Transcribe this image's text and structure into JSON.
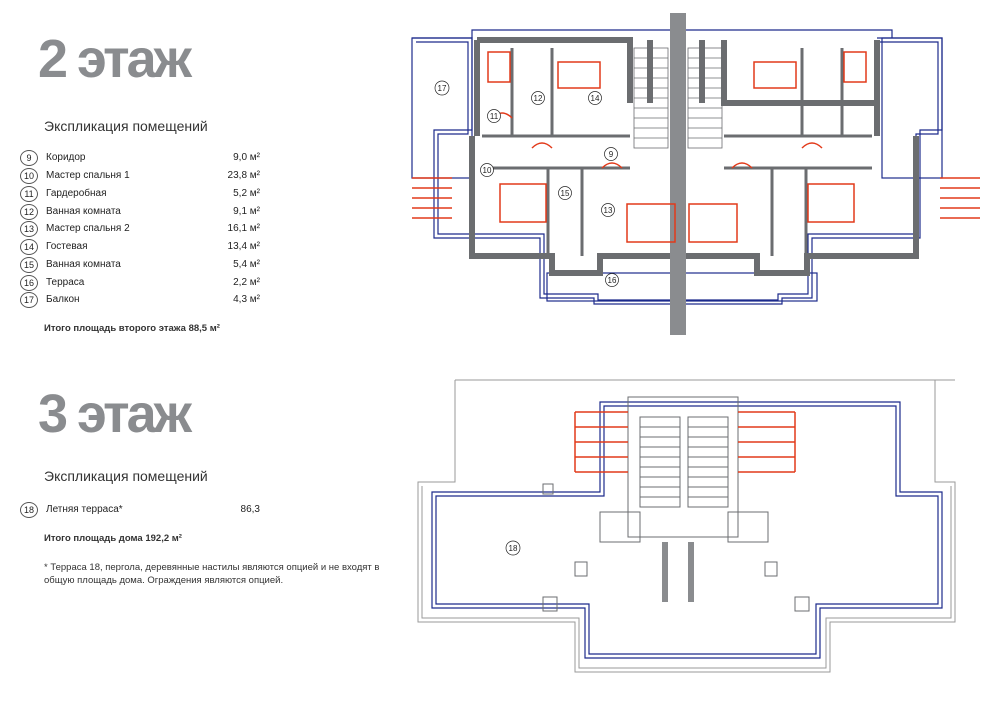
{
  "floor2": {
    "title": "2 этаж",
    "explication_title": "Экспликация помещений",
    "rooms": [
      {
        "num": "9",
        "name": "Коридор",
        "area": "9,0 м²"
      },
      {
        "num": "10",
        "name": "Мастер спальня 1",
        "area": "23,8 м²"
      },
      {
        "num": "11",
        "name": "Гардеробная",
        "area": "5,2 м²"
      },
      {
        "num": "12",
        "name": "Ванная комната",
        "area": "9,1 м²"
      },
      {
        "num": "13",
        "name": "Мастер спальня 2",
        "area": "16,1 м²"
      },
      {
        "num": "14",
        "name": "Гостевая",
        "area": "13,4 м²"
      },
      {
        "num": "15",
        "name": "Ванная комната",
        "area": "5,4 м²"
      },
      {
        "num": "16",
        "name": "Терраса",
        "area": "2,2 м²"
      },
      {
        "num": "17",
        "name": "Балкон",
        "area": "4,3 м²"
      }
    ],
    "total": "Итого площадь второго этажа 88,5 м²",
    "plan_labels": {
      "r9": "9",
      "r10": "10",
      "r11": "11",
      "r12": "12",
      "r13": "13",
      "r14": "14",
      "r15": "15",
      "r16": "16",
      "r17": "17"
    }
  },
  "floor3": {
    "title": "3 этаж",
    "explication_title": "Экспликация помещений",
    "rooms": [
      {
        "num": "18",
        "name": "Летняя терраса*",
        "area": "86,3"
      }
    ],
    "total": "Итого площадь дома 192,2 м²",
    "note": "* Терраса 18, пергола, деревянные настилы являются опцией и не входят в общую площадь дома. Ограждения являются опцией.",
    "plan_labels": {
      "r18": "18"
    }
  },
  "colors": {
    "title": "#8a8c8f",
    "wall": "#6b6d70",
    "blue": "#1d2b8c",
    "red": "#e23a1a"
  }
}
